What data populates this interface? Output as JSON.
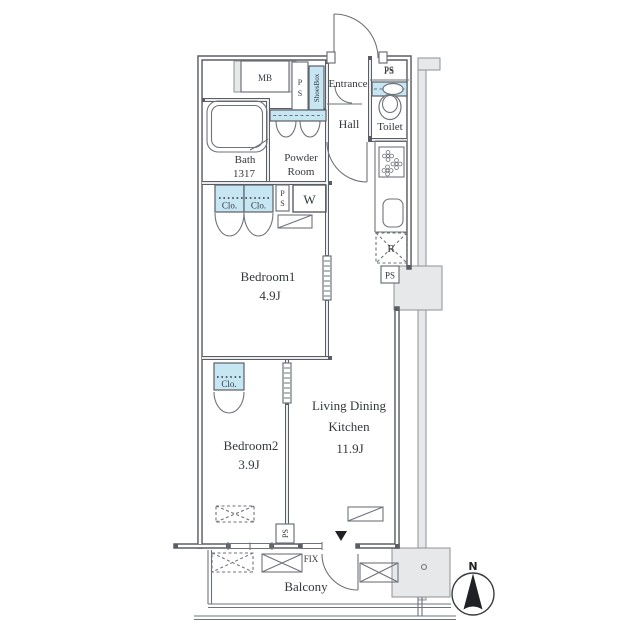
{
  "colors": {
    "wall": "#5a5e64",
    "thin": "#6e737a",
    "blue": "#c7e6f4",
    "gray": "#e7e8e9",
    "text": "#33383d",
    "black": "#1f2124"
  },
  "floor_plan": {
    "rooms": {
      "entrance": "Entrance",
      "hall": "Hall",
      "toilet": "Toilet",
      "bath": {
        "name": "Bath",
        "size": "1317"
      },
      "powder": {
        "line1": "Powder",
        "line2": "Room"
      },
      "bedroom1": {
        "name": "Bedroom1",
        "size": "4.9J"
      },
      "bedroom2": {
        "name": "Bedroom2",
        "size": "3.9J"
      },
      "ldk": {
        "line1": "Living Dining",
        "line2": "Kitchen",
        "size": "11.9J"
      },
      "balcony": "Balcony"
    },
    "fixtures": {
      "meter_box": "MB",
      "pipe_space": "PS",
      "pipe_space_p": "P",
      "pipe_space_s": "S",
      "shoes_box": "ShoesBox",
      "closet": "Clo.",
      "washing_machine": "W",
      "refrigerator": "R",
      "fixed_window": "FIX"
    },
    "compass": {
      "north": "N"
    }
  }
}
